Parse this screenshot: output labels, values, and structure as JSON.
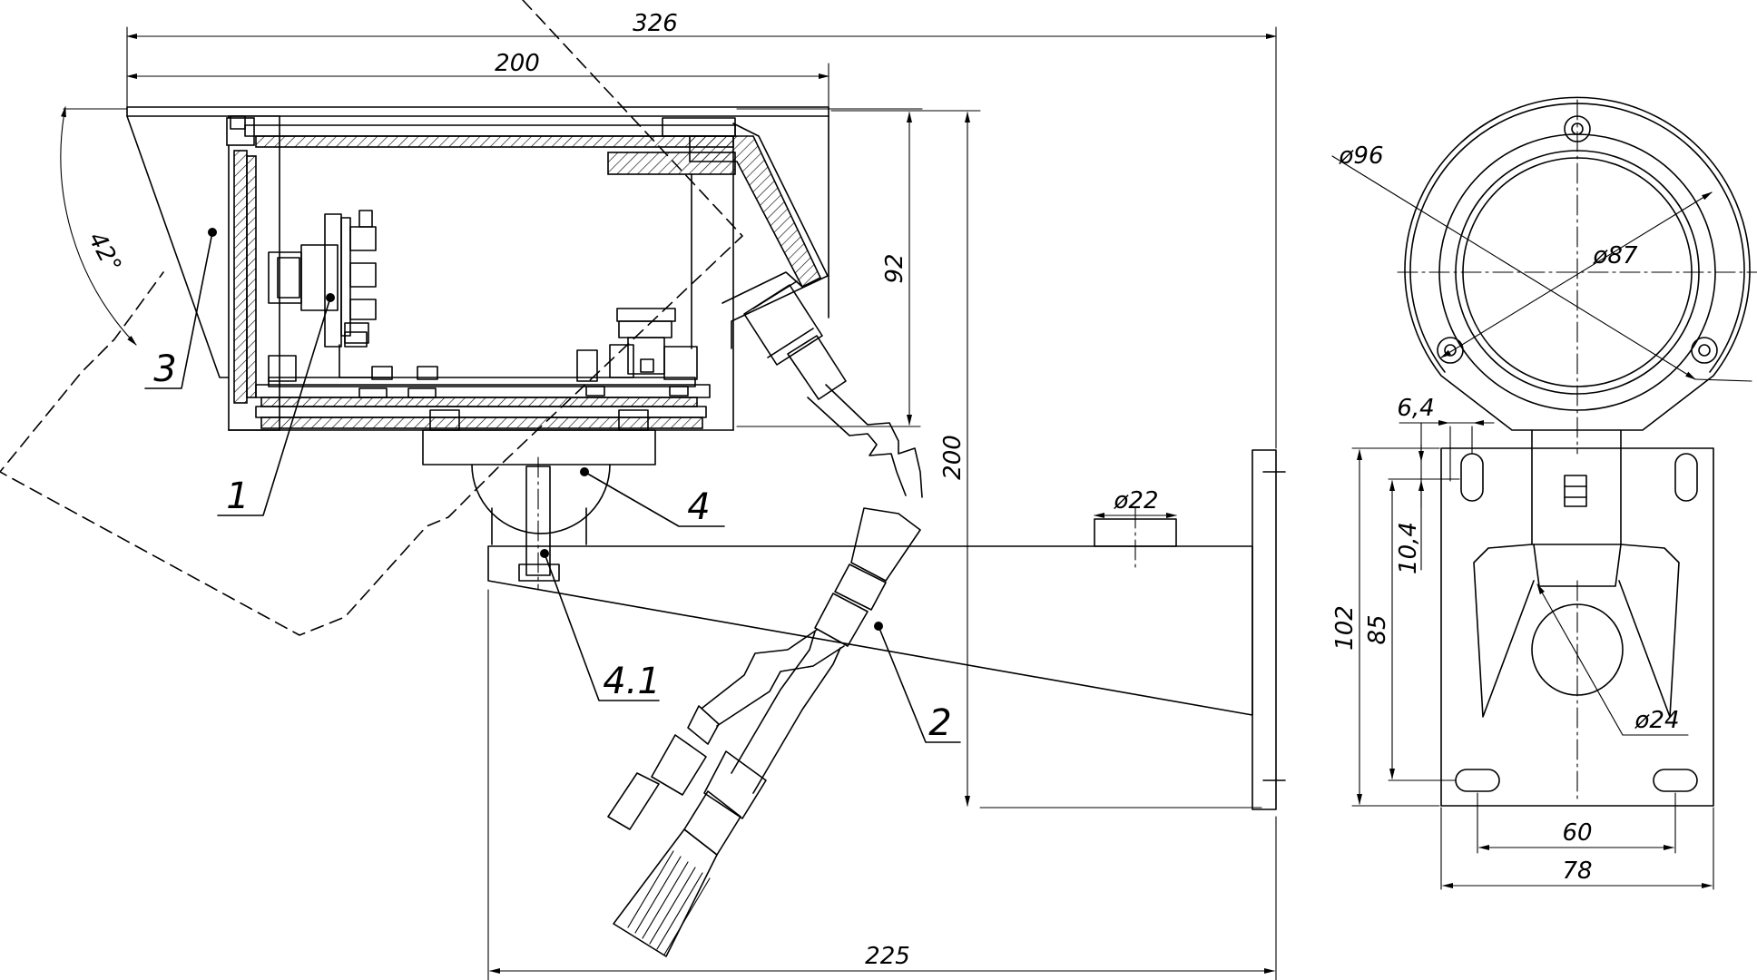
{
  "drawing": {
    "title": "Camera housing on bracket — dimensional drawing",
    "side_view_dimensions": {
      "overall_length": "326",
      "housing_length": "200",
      "housing_height": "92",
      "overall_height": "200",
      "bracket_length": "225",
      "bracket_diameter": "ø22",
      "tilt_angle": "42°"
    },
    "front_view_dimensions": {
      "outer_diameter": "ø96",
      "window_diameter": "ø87",
      "slot_width": "6,4",
      "slot_length": "10,4",
      "plate_height": "102",
      "hole_spacing_vertical": "85",
      "arm_diameter": "ø24",
      "hole_spacing_horizontal": "60",
      "plate_width": "78"
    },
    "callouts": [
      "1",
      "2",
      "3",
      "4",
      "4.1"
    ]
  }
}
